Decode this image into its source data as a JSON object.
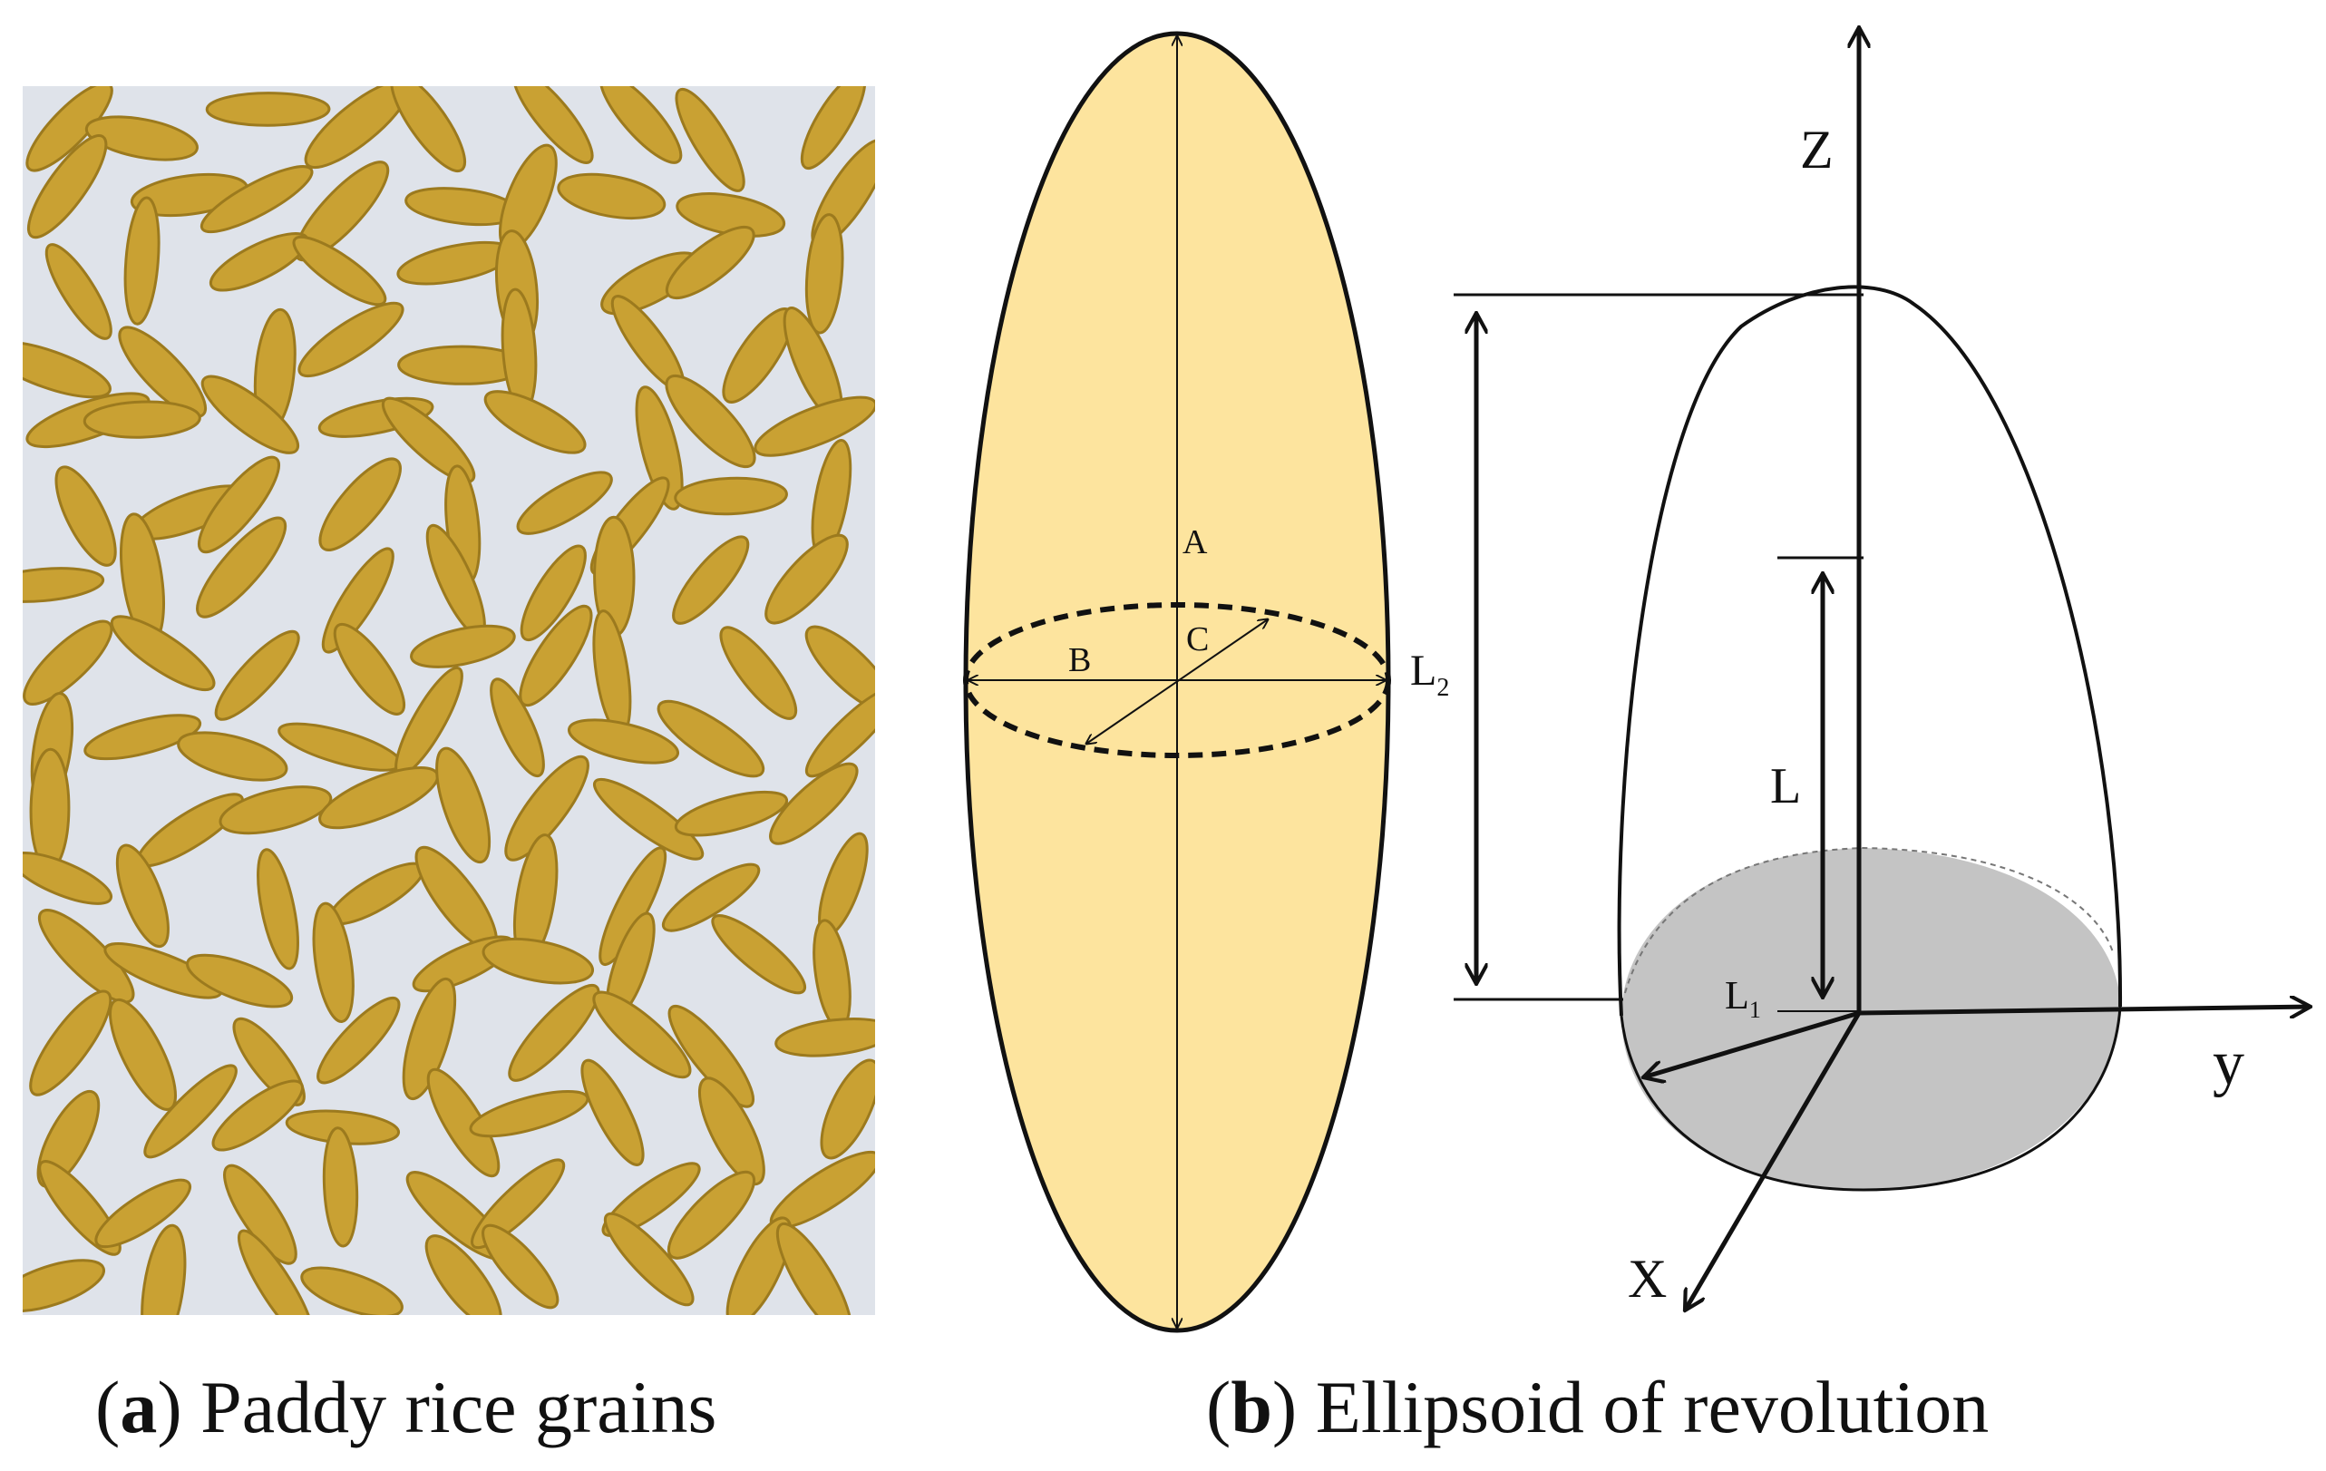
{
  "panel_a": {
    "caption_letter": "a",
    "caption_text": "Paddy rice grains",
    "photo_icon": "rice-grains-photo",
    "colors": {
      "grain": "#c9a133",
      "grain_dark": "#9c7a1e",
      "background": "#dfe3ea"
    }
  },
  "panel_b": {
    "caption_letter": "b",
    "caption_text": "Ellipsoid of revolution",
    "ellipse_labels": {
      "a": "A",
      "b": "B",
      "c": "C"
    },
    "dim_labels": {
      "l2_base": "L",
      "l2_sub": "2",
      "l": "L",
      "l1_base": "L",
      "l1_sub": "1"
    },
    "axis_labels": {
      "z": "Z",
      "y": "y",
      "x": "X"
    },
    "colors": {
      "ellipse_fill": "#fde49e",
      "base_fill": "#c4c4c4",
      "stroke": "#111111"
    }
  }
}
